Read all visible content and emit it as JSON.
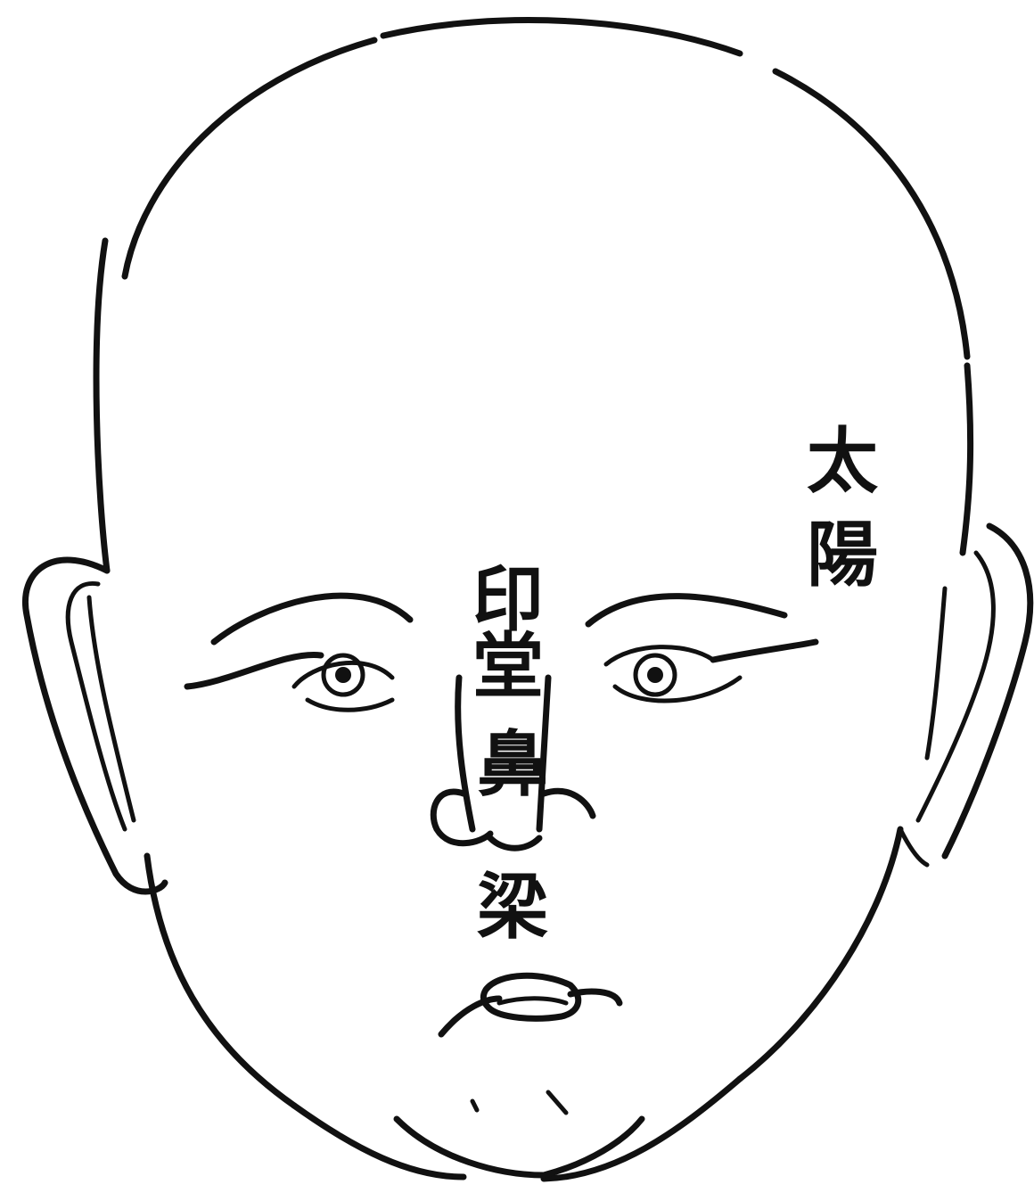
{
  "labels": {
    "taiyang": "太陽",
    "yintang": "印堂",
    "biliang": "鼻梁"
  },
  "colors": {
    "ink": "#111111",
    "paper": "#ffffff"
  }
}
